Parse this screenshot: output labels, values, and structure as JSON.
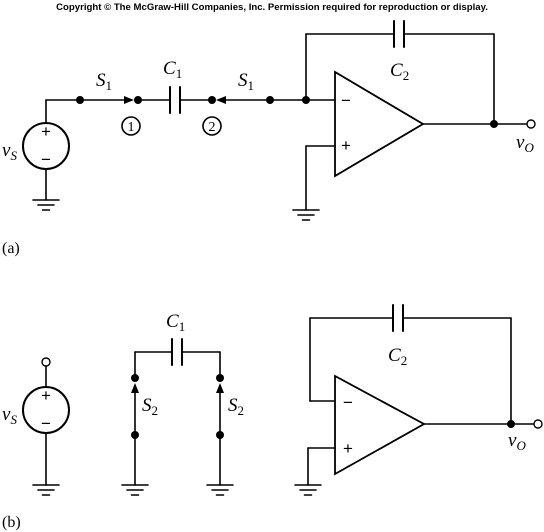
{
  "copyright": "Copyright © The McGraw-Hill Companies, Inc. Permission required for reproduction or display.",
  "part_a": {
    "panel_label": "(a)",
    "source": {
      "label": "v",
      "sub": "S",
      "plus": "+",
      "minus": "−"
    },
    "switch_left": {
      "label": "S",
      "sub": "1"
    },
    "switch_right": {
      "label": "S",
      "sub": "1"
    },
    "capacitor_c1": {
      "label": "C",
      "sub": "1"
    },
    "capacitor_c2": {
      "label": "C",
      "sub": "2"
    },
    "node_1": "1",
    "node_2": "2",
    "opamp": {
      "minus": "−",
      "plus": "+"
    },
    "output": {
      "label": "v",
      "sub": "O"
    }
  },
  "part_b": {
    "panel_label": "(b)",
    "source": {
      "label": "v",
      "sub": "S",
      "plus": "+",
      "minus": "−"
    },
    "capacitor_c1": {
      "label": "C",
      "sub": "1"
    },
    "switch_left": {
      "label": "S",
      "sub": "2"
    },
    "switch_right": {
      "label": "S",
      "sub": "2"
    },
    "capacitor_c2": {
      "label": "C",
      "sub": "2"
    },
    "opamp": {
      "minus": "−",
      "plus": "+"
    },
    "output": {
      "label": "v",
      "sub": "O"
    }
  }
}
